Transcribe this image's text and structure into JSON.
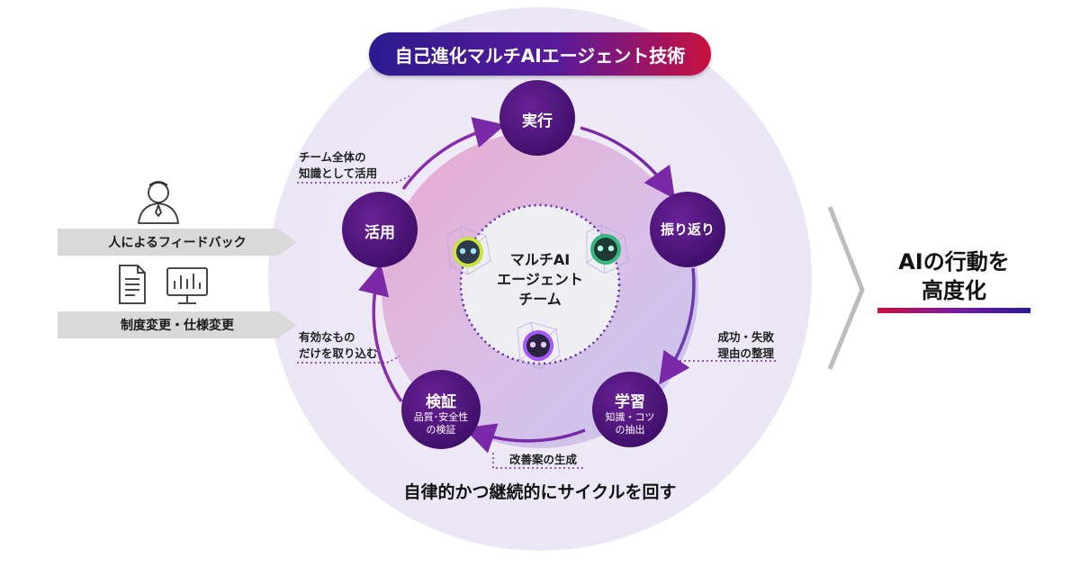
{
  "title": "自己進化マルチAIエージェント技術",
  "nodes": {
    "execute": {
      "label": "実行"
    },
    "reflect": {
      "label": "振り返り"
    },
    "learn": {
      "label": "学習",
      "sub": [
        "知識・コツ",
        "の抽出"
      ]
    },
    "verify": {
      "label": "検証",
      "sub": [
        "品質･安全性",
        "の検証"
      ]
    },
    "apply": {
      "label": "活用"
    }
  },
  "annotations": {
    "team_knowledge": [
      "チーム全体の",
      "知識として活用"
    ],
    "success_failure": [
      "成功・失敗",
      "理由の整理"
    ],
    "improvement": "改善案の生成",
    "effective_only": [
      "有効なもの",
      "だけを取り込む"
    ]
  },
  "center": [
    "マルチAI",
    "エージェント",
    "チーム"
  ],
  "left": {
    "feedback": "人によるフィードバック",
    "system_change": "制度変更・仕様変更"
  },
  "caption": "自律的かつ継続的にサイクルを回す",
  "result": [
    "AIの行動を",
    "高度化"
  ],
  "colors": {
    "node": "#4a1678",
    "accent_red": "#c7123f",
    "accent_blue": "#2c1a8f",
    "arrow": "#7a2aa8"
  }
}
